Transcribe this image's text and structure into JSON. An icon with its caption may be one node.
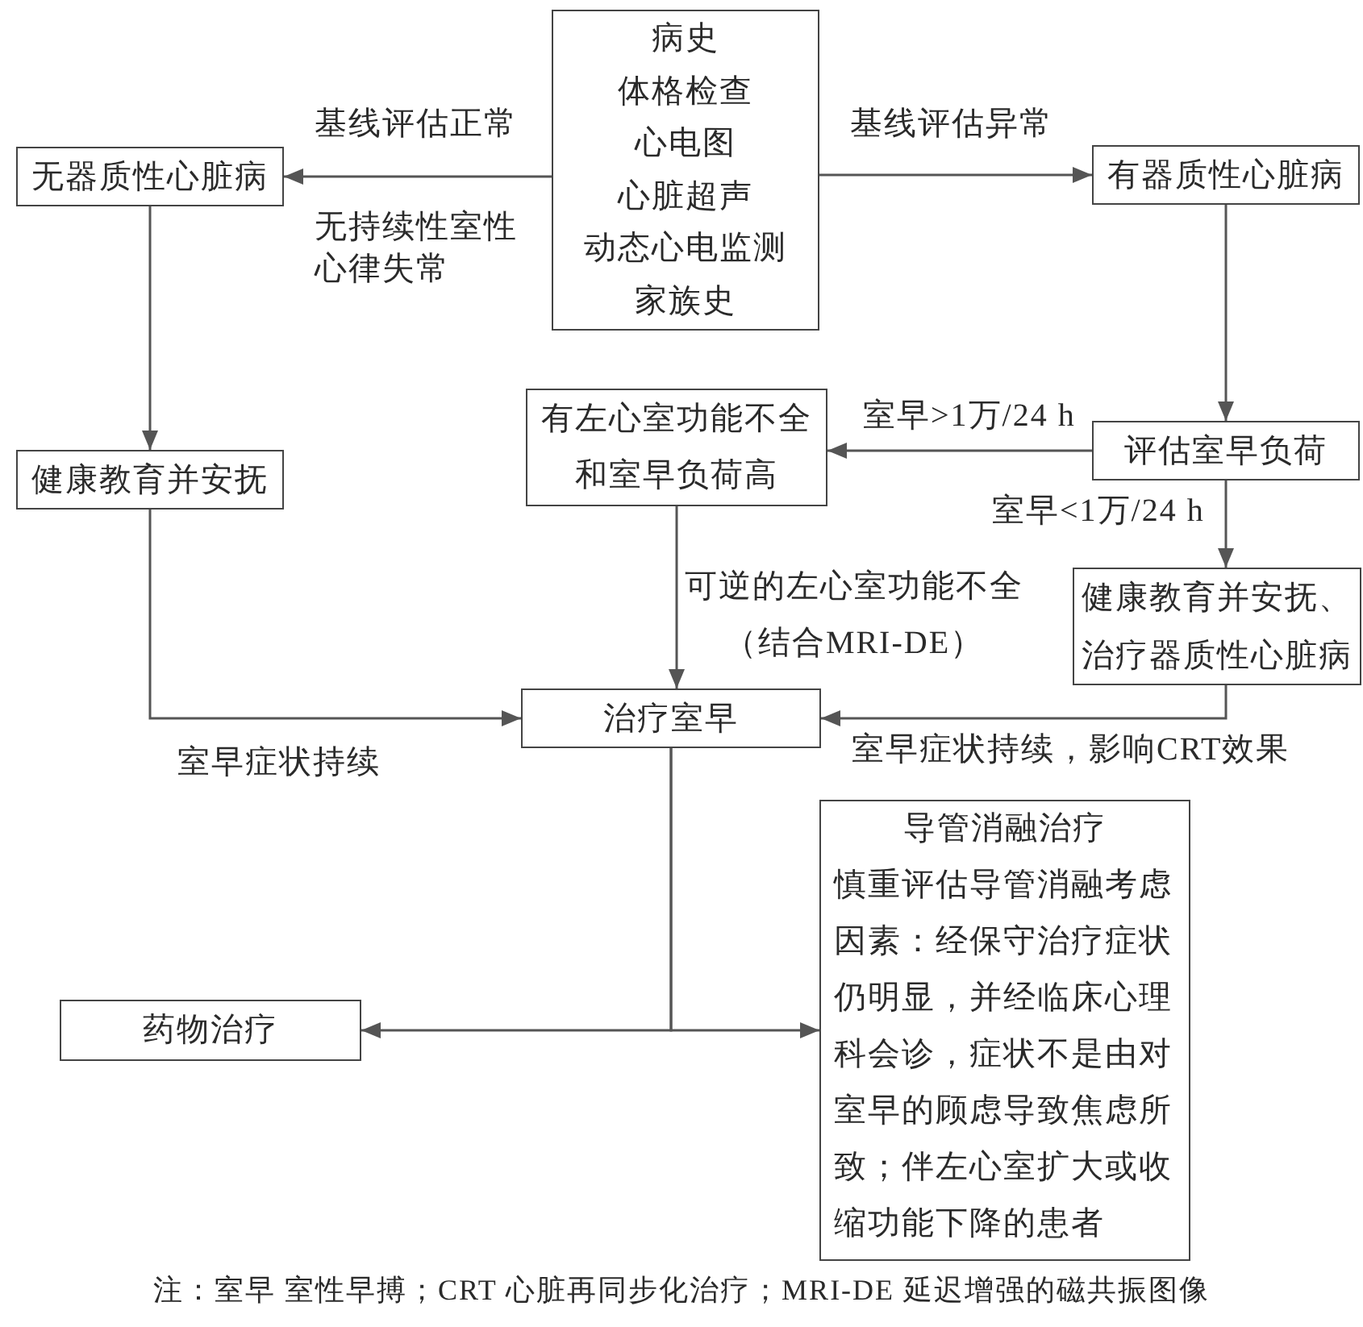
{
  "diagram": {
    "nodes": [
      {
        "text": [
          "病史",
          "体格检查",
          "心电图",
          "心脏超声",
          "动态心电监测",
          "家族史"
        ]
      },
      {
        "text": [
          "无器质性心脏病"
        ]
      },
      {
        "text": [
          "有器质性心脏病"
        ]
      },
      {
        "text": [
          "有左心室功能不全和室早负荷高"
        ]
      },
      {
        "text": [
          "评估室早负荷"
        ]
      },
      {
        "text": [
          "健康教育并安抚"
        ]
      },
      {
        "text": [
          "健康教育并安抚、治疗器质性心脏病"
        ]
      },
      {
        "text": [
          "治疗室早"
        ]
      },
      {
        "text": [
          "药物治疗"
        ]
      },
      {
        "text": [
          "导管消融治疗",
          "慎重评估导管消融考虑因素：经保守治疗症状仍明显，并经临床心理科会诊，症状不是由对室早的顾虑导致焦虑所致；伴左心室扩大或收缩功能下降的患者"
        ]
      }
    ],
    "edges": [
      {
        "from": 0,
        "to": 1,
        "arrow": "to",
        "label": "基线评估正常"
      },
      {
        "from": 0,
        "to": 2,
        "arrow": "to",
        "label": "基线评估异常"
      },
      {
        "from": 1,
        "to": 5,
        "arrow": "to"
      },
      {
        "from": 2,
        "to": 4,
        "arrow": "to"
      },
      {
        "from": 4,
        "to": 3,
        "arrow": "to",
        "label": "室早>1万/24 h"
      },
      {
        "from": 4,
        "to": 6,
        "arrow": "to",
        "label": "室早<1万/24 h"
      },
      {
        "from": 3,
        "to": 7,
        "arrow": "to",
        "label": "可逆的左心室功能不全（结合MRI-DE）"
      },
      {
        "from": 5,
        "to": 7,
        "arrow": "to",
        "label": "室早症状持续"
      },
      {
        "from": 6,
        "to": 7,
        "arrow": "to",
        "label": "室早症状持续，影响CRT效果"
      },
      {
        "from": 7,
        "to": 8,
        "arrow": "to"
      },
      {
        "from": 7,
        "to": 9,
        "arrow": "to"
      }
    ],
    "labels": [
      "无持续性室性心律失常",
      "注：室早 室性早搏；CRT 心脏再同步化治疗；MRI-DE 延迟增强的磁共振图像"
    ]
  }
}
